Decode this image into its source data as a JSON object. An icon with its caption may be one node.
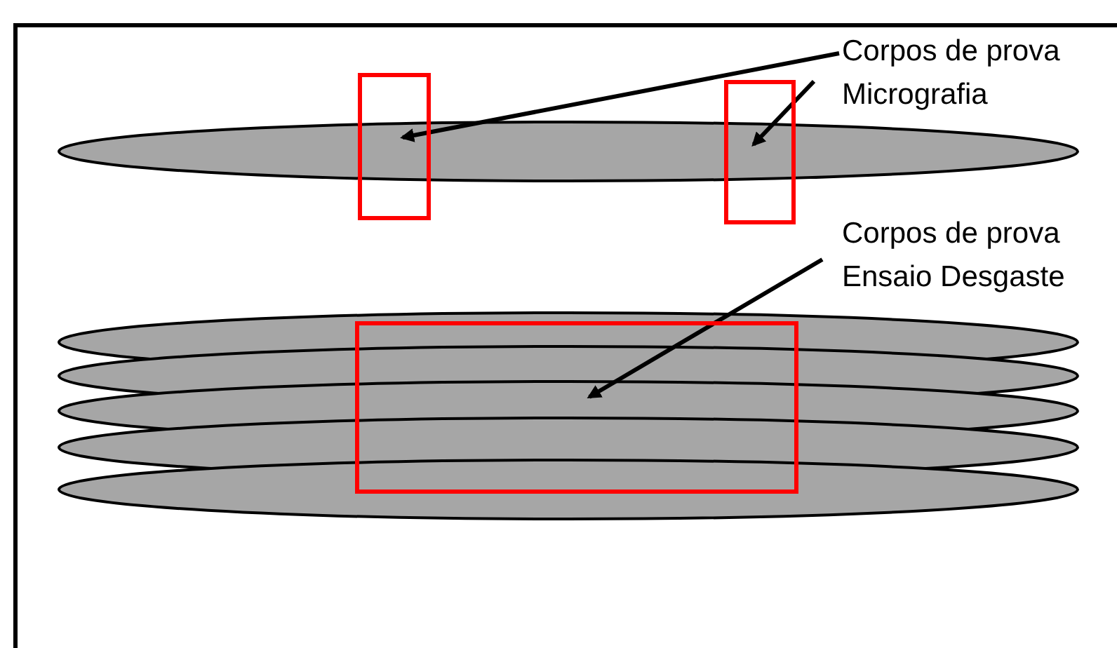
{
  "diagram": {
    "nodes": [
      {
        "text": [
          "Corpos de prova Micrografia"
        ]
      },
      {
        "text": [],
        "shape": "box"
      },
      {
        "text": [],
        "shape": "box"
      },
      {
        "text": [
          "Corpos de prova Ensaio Desgaste"
        ]
      },
      {
        "text": [],
        "shape": "box"
      }
    ],
    "edges": [
      {
        "from": 0,
        "to": 1,
        "arrow": "to"
      },
      {
        "from": 0,
        "to": 2,
        "arrow": "to"
      },
      {
        "from": 3,
        "to": 4,
        "arrow": "to"
      }
    ]
  }
}
